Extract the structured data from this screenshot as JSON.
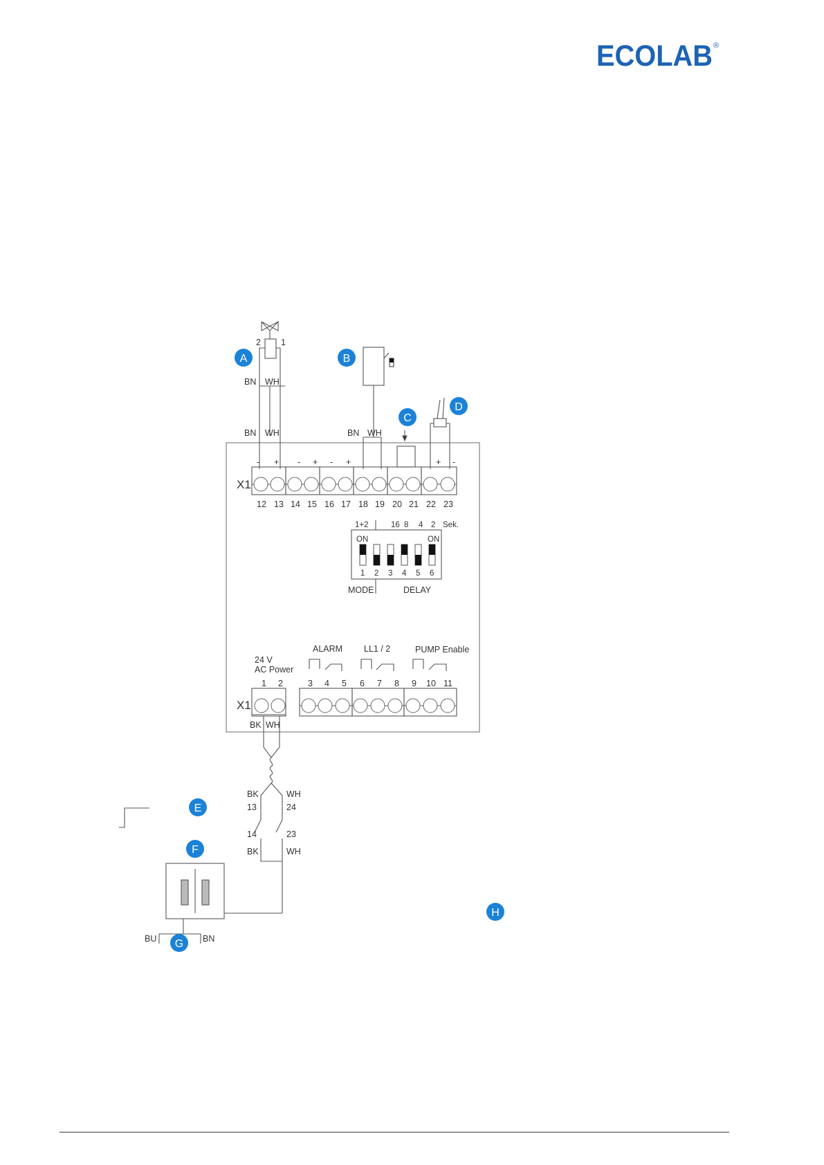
{
  "brand": {
    "logo_text": "ECOLAB",
    "registered_mark": "®",
    "color": "#1d63b5"
  },
  "markers": {
    "A": "A",
    "B": "B",
    "C": "C",
    "D": "D",
    "E": "E",
    "F": "F",
    "G": "G",
    "H": "H",
    "color": "#1b82d8"
  },
  "valve": {
    "pin2": "2",
    "pin1": "1",
    "wire_bn": "BN",
    "wire_wh": "WH"
  },
  "terminal_top": {
    "label": "X1",
    "wire_bn_a": "BN",
    "wire_wh_a": "WH",
    "wire_bn_b": "BN",
    "wire_wh_b": "WH",
    "polarity": [
      "-",
      "+",
      "-",
      "+",
      "-",
      "+",
      "+",
      "-"
    ],
    "numbers": [
      "12",
      "13",
      "14",
      "15",
      "16",
      "17",
      "18",
      "19",
      "20",
      "21",
      "22",
      "23"
    ]
  },
  "dip_switch": {
    "top_labels": [
      "1+2",
      "16",
      "8",
      "4",
      "2",
      "Sek."
    ],
    "on_left": "ON",
    "on_right": "ON",
    "numbers": [
      "1",
      "2",
      "3",
      "4",
      "5",
      "6"
    ],
    "mode_label": "MODE",
    "delay_label": "DELAY"
  },
  "terminal_bottom": {
    "label": "X1",
    "power_label_1": "24 V",
    "power_label_2": "AC Power",
    "alarm": "ALARM",
    "ll": "LL1 / 2",
    "pump": "PUMP Enable",
    "numbers": [
      "1",
      "2",
      "3",
      "4",
      "5",
      "6",
      "7",
      "8",
      "9",
      "10",
      "11"
    ],
    "wire_bk": "BK",
    "wire_wh": "WH"
  },
  "contactor": {
    "bk_top": "BK",
    "wh_top": "WH",
    "n13": "13",
    "n24": "24",
    "n14": "14",
    "n23": "23",
    "bk_bottom": "BK",
    "wh_bottom": "WH"
  },
  "transformer": {
    "bu": "BU",
    "bn": "BN"
  }
}
